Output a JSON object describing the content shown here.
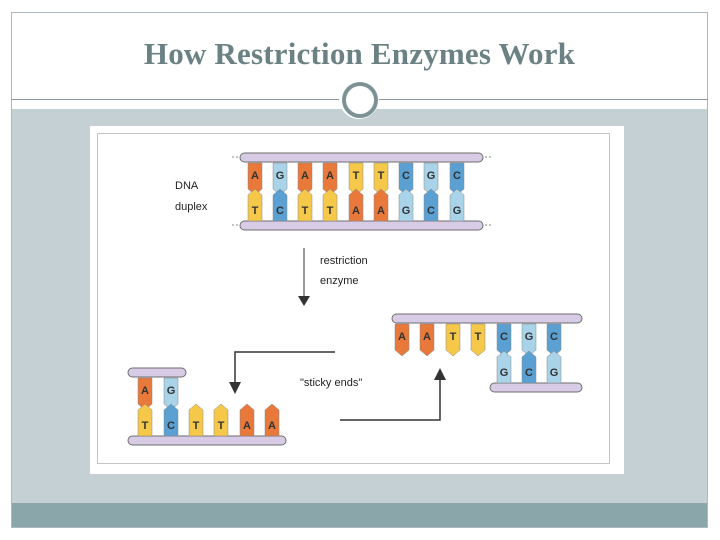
{
  "slide": {
    "title": "How Restriction Enzymes Work"
  },
  "diagram": {
    "dna_label_line1": "DNA",
    "dna_label_line2": "duplex",
    "enzyme_label_line1": "restriction",
    "enzyme_label_line2": "enzyme",
    "sticky_ends_label": "\"sticky ends\"",
    "top_strand": [
      "A",
      "G",
      "A",
      "A",
      "T",
      "T",
      "C",
      "G",
      "C"
    ],
    "bottom_strand": [
      "T",
      "C",
      "T",
      "T",
      "A",
      "A",
      "G",
      "C",
      "G"
    ],
    "left_fragment_top": [
      "A",
      "G"
    ],
    "left_fragment_bottom": [
      "T",
      "C",
      "T",
      "T",
      "A",
      "A"
    ],
    "right_fragment_top": [
      "A",
      "A",
      "T",
      "T",
      "C",
      "G",
      "C"
    ],
    "right_fragment_bottom": [
      "G",
      "C",
      "G"
    ],
    "colors": {
      "A": "#e8793a",
      "T": "#f5c84a",
      "G": "#a9d3e8",
      "C": "#5aa0d2",
      "backbone": "#d7cbe6",
      "backbone_outline": "#6e6e6e"
    }
  }
}
